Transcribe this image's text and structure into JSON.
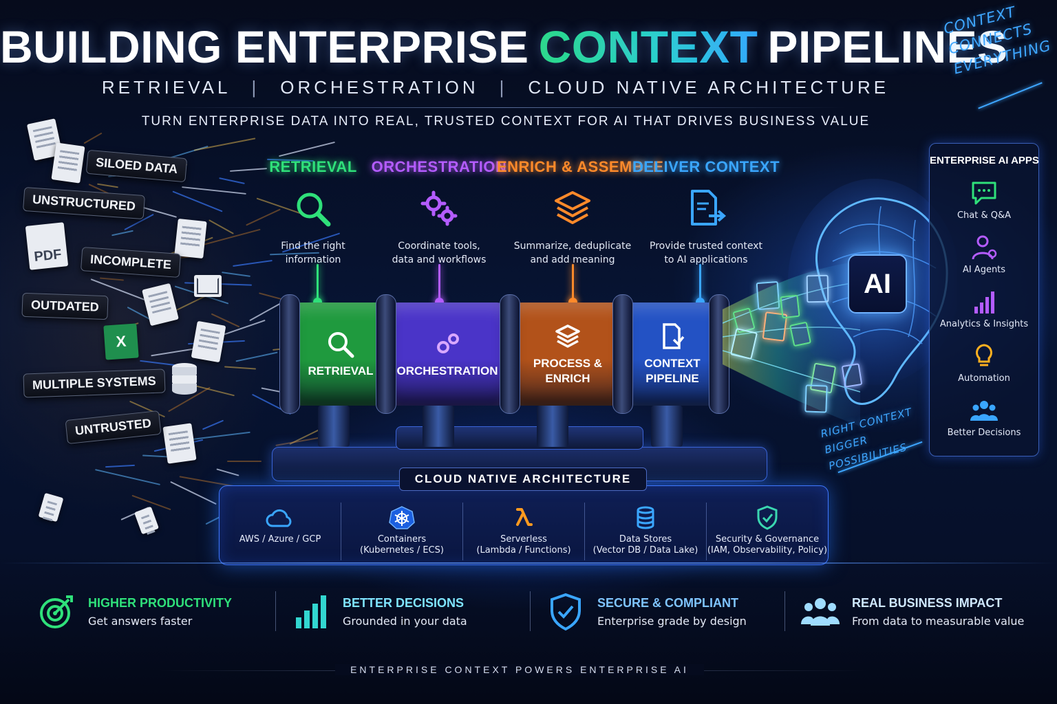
{
  "header": {
    "title_before": "BUILDING ENTERPRISE",
    "title_accent": "CONTEXT",
    "title_after": "PIPELINES",
    "subtitle": [
      "RETRIEVAL",
      "ORCHESTRATION",
      "CLOUD NATIVE ARCHITECTURE"
    ],
    "subtitle_separator": "|",
    "tagline": "TURN ENTERPRISE DATA INTO REAL, TRUSTED CONTEXT FOR AI THAT DRIVES BUSINESS VALUE"
  },
  "handwritten": {
    "top": [
      "CONTEXT",
      "CONNECTS",
      "EVERYTHING"
    ],
    "bottom": [
      "RIGHT CONTEXT",
      "BIGGER POSSIBILITIES"
    ]
  },
  "data_problems": {
    "tags": [
      "SILOED DATA",
      "UNSTRUCTURED",
      "INCOMPLETE",
      "OUTDATED",
      "MULTIPLE SYSTEMS",
      "UNTRUSTED"
    ],
    "pdf_label": "PDF",
    "xls_label": "X"
  },
  "stages": [
    {
      "title": "RETRIEVAL",
      "desc_1": "Find the right",
      "desc_2": "information",
      "color": "#2fe07a",
      "icon": "magnifier-icon"
    },
    {
      "title": "ORCHESTRATION",
      "desc_1": "Coordinate tools,",
      "desc_2": "data and workflows",
      "color": "#b45cff",
      "icon": "gears-icon"
    },
    {
      "title": "ENRICH & ASSEMBLE",
      "desc_1": "Summarize, deduplicate",
      "desc_2": "and add meaning",
      "color": "#ff8a2a",
      "icon": "layers-icon"
    },
    {
      "title": "DELIVER CONTEXT",
      "desc_1": "Provide trusted context",
      "desc_2": "to AI applications",
      "color": "#3aa6ff",
      "icon": "document-send-icon"
    }
  ],
  "pipeline": [
    {
      "line_1": "RETRIEVAL",
      "line_2": "",
      "color": "#1f9a3e"
    },
    {
      "line_1": "ORCHESTRATION",
      "line_2": "",
      "color": "#4a34c8"
    },
    {
      "line_1": "PROCESS &",
      "line_2": "ENRICH",
      "color": "#b2521a"
    },
    {
      "line_1": "CONTEXT",
      "line_2": "PIPELINE",
      "color": "#2352c4"
    }
  ],
  "cloud": {
    "title": "CLOUD NATIVE  ARCHITECTURE",
    "items": [
      {
        "line_1": "AWS / Azure / GCP",
        "line_2": "",
        "icon": "cloud-icon"
      },
      {
        "line_1": "Containers",
        "line_2": "(Kubernetes / ECS)",
        "icon": "kubernetes-wheel-icon"
      },
      {
        "line_1": "Serverless",
        "line_2": "(Lambda / Functions)",
        "icon": "lambda-icon"
      },
      {
        "line_1": "Data Stores",
        "line_2": "(Vector DB / Data Lake)",
        "icon": "database-icon"
      },
      {
        "line_1": "Security & Governance",
        "line_2": "(IAM, Observability, Policy)",
        "icon": "shield-check-icon"
      }
    ]
  },
  "ai": {
    "chip_label": "AI"
  },
  "apps": {
    "title": "ENTERPRISE AI APPS",
    "items": [
      {
        "label": "Chat & Q&A",
        "icon": "chat-bubble-icon",
        "color": "#2fe07a"
      },
      {
        "label": "AI Agents",
        "icon": "agent-person-icon",
        "color": "#b45cff"
      },
      {
        "label": "Analytics & Insights",
        "icon": "bar-chart-icon",
        "color": "#b45cff"
      },
      {
        "label": "Automation",
        "icon": "lightbulb-icon",
        "color": "#ffb020"
      },
      {
        "label": "Better Decisions",
        "icon": "people-group-icon",
        "color": "#3aa6ff"
      }
    ]
  },
  "benefits": [
    {
      "title": "HIGHER PRODUCTIVITY",
      "sub": "Get answers faster",
      "color": "#2fe07a",
      "icon": "target-icon"
    },
    {
      "title": "BETTER DECISIONS",
      "sub": "Grounded in your data",
      "color": "#32d6d0",
      "icon": "bar-chart-icon"
    },
    {
      "title": "SECURE & COMPLIANT",
      "sub": "Enterprise grade by design",
      "color": "#3aa6ff",
      "icon": "shield-check-icon"
    },
    {
      "title": "REAL BUSINESS IMPACT",
      "sub": "From data to measurable value",
      "color": "#7fd4ff",
      "icon": "people-group-icon"
    }
  ],
  "footer": "ENTERPRISE CONTEXT POWERS ENTERPRISE AI"
}
